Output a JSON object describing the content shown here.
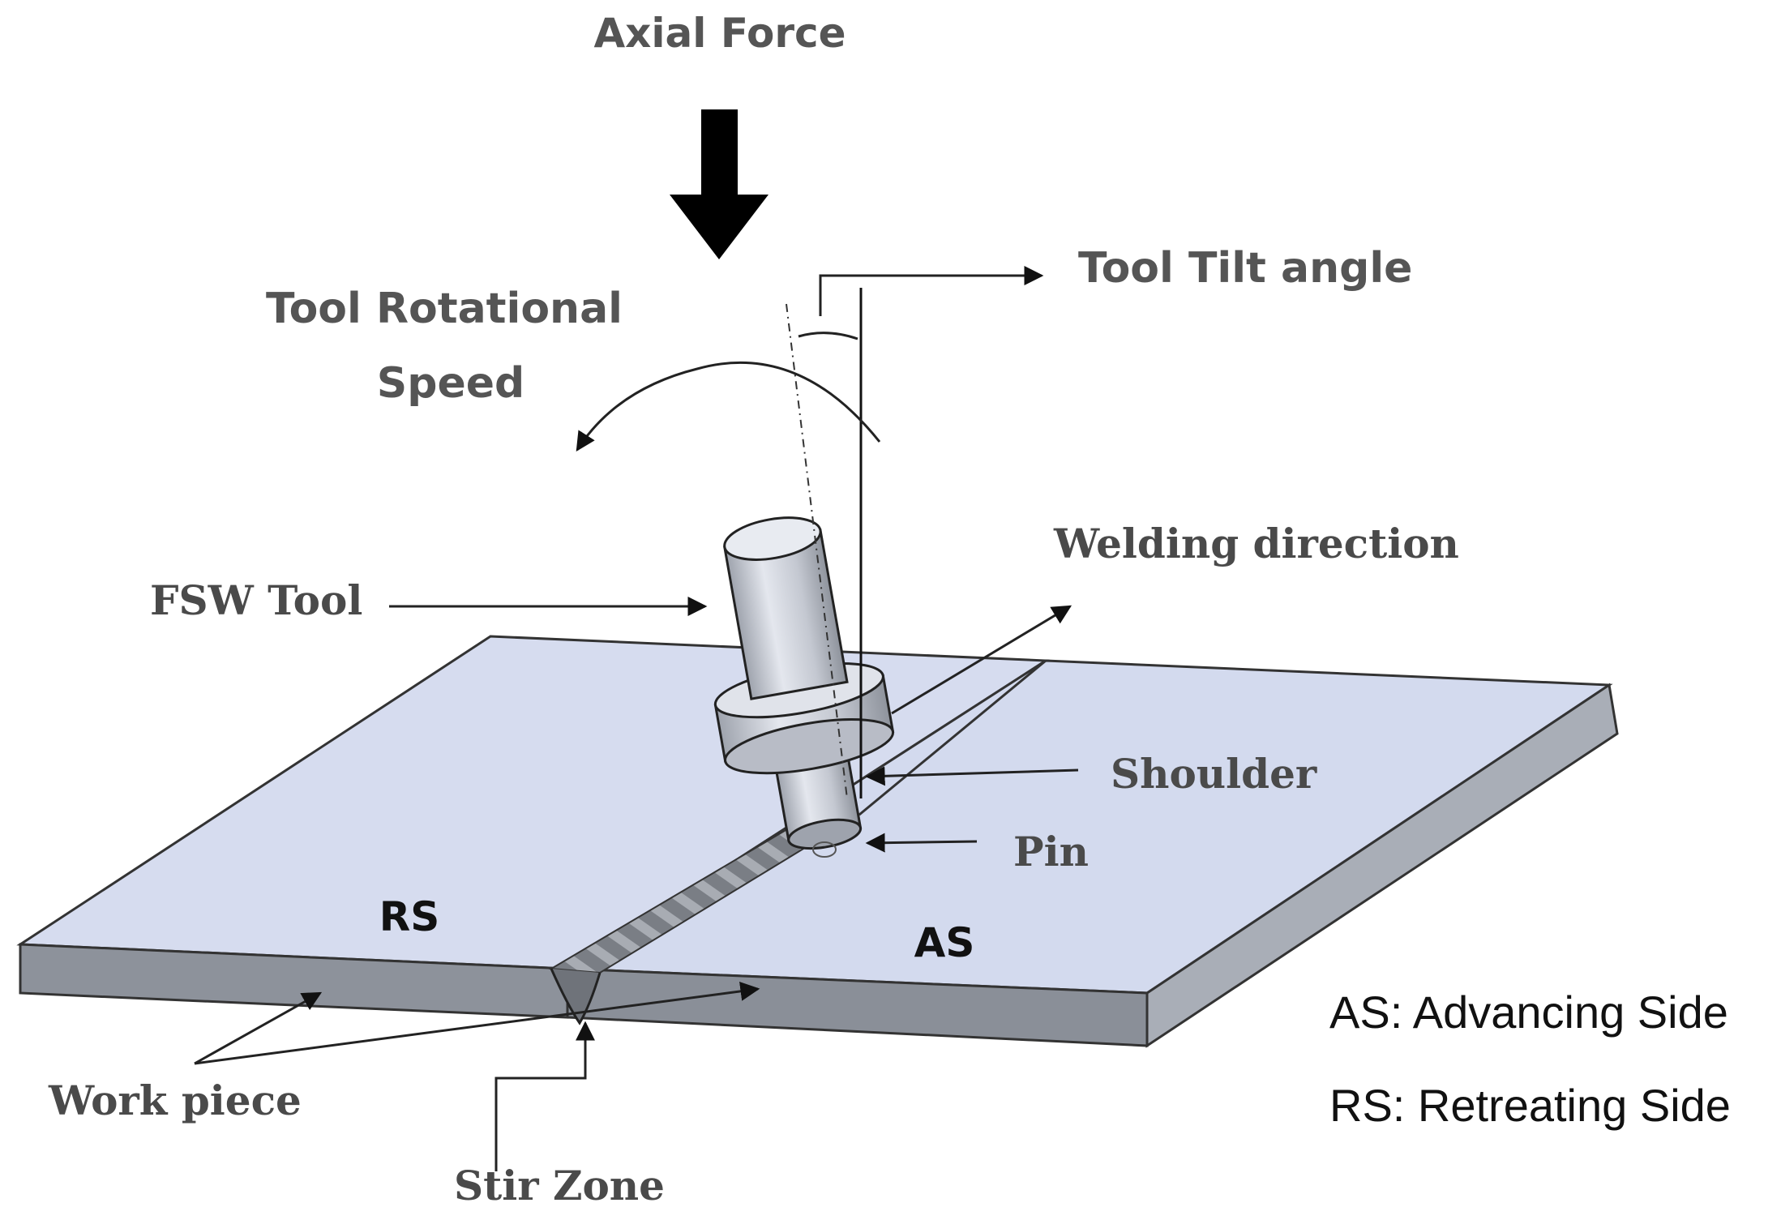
{
  "labels": {
    "axial_force": "Axial Force",
    "tool_tilt_angle": "Tool Tilt angle",
    "tool_rotational_line1": "Tool Rotational",
    "tool_rotational_line2": "Speed",
    "welding_direction": "Welding direction",
    "fsw_tool": "FSW Tool",
    "shoulder": "Shoulder",
    "pin": "Pin",
    "rs": "RS",
    "as": "AS",
    "work_piece": "Work piece",
    "stir_zone": "Stir Zone"
  },
  "legend": {
    "as_entry": "AS: Advancing Side",
    "rs_entry": "RS: Retreating Side"
  },
  "colors": {
    "plate_top": "#d6dcef",
    "plate_side": "#8a8f98",
    "tool": "#c8ccd6",
    "weld": "#6f737a",
    "label_gray": "#555555",
    "ink": "#111111"
  }
}
